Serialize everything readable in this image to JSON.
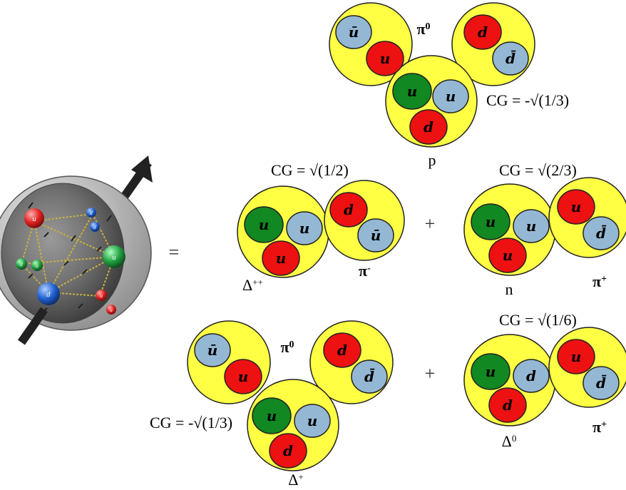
{
  "colors": {
    "hadron_fill": "#ffff44",
    "up_quark": "#ee1111",
    "up_antiquark": "#94b8d4",
    "down_quark": "#ee1111",
    "down_antiquark": "#94b8d4",
    "green_quark": "#118822",
    "blue_quark": "#94b8d4"
  },
  "equals_sign": "=",
  "top": {
    "pi0_label": "π",
    "pi0_sup": "0",
    "cg_label": "CG = -√(1/3)",
    "proton_label": "p",
    "pion_left_quarks": [
      "ū",
      "u"
    ],
    "pion_right_quarks": [
      "d",
      "d̄"
    ],
    "proton_quarks": [
      "u",
      "u",
      "d"
    ]
  },
  "middle_left": {
    "cg_label": "CG = √(1/2)",
    "baryon_label": "Δ",
    "baryon_sup": "++",
    "meson_label": "π",
    "meson_sup": "-",
    "baryon_quarks": [
      "u",
      "u",
      "u"
    ],
    "meson_quarks": [
      "d",
      "ū"
    ]
  },
  "plus_1": "+",
  "middle_right": {
    "cg_label": "CG = √(2/3)",
    "baryon_label": "n",
    "meson_label": "π",
    "meson_sup": "+",
    "baryon_quarks": [
      "u",
      "u",
      "u"
    ],
    "meson_quarks": [
      "u",
      "d̄"
    ]
  },
  "bottom_left": {
    "pi0_label": "π",
    "pi0_sup": "0",
    "cg_label": "CG = -√(1/3)",
    "baryon_label": "Δ",
    "baryon_sup": "+",
    "pion_left_quarks": [
      "ū",
      "u"
    ],
    "pion_right_quarks": [
      "d",
      "d̄"
    ],
    "baryon_quarks": [
      "u",
      "u",
      "d"
    ]
  },
  "plus_2": "+",
  "bottom_right": {
    "cg_label": "CG = √(1/6)",
    "baryon_label": "Δ",
    "baryon_sup": "0",
    "meson_label": "π",
    "meson_sup": "+",
    "baryon_quarks": [
      "u",
      "d",
      "d"
    ],
    "meson_quarks": [
      "u",
      "d̄"
    ]
  },
  "spin_sphere": {
    "quark_labels": [
      "u",
      "d",
      "d",
      "u",
      "d",
      "u",
      "d",
      "u",
      "u"
    ]
  }
}
